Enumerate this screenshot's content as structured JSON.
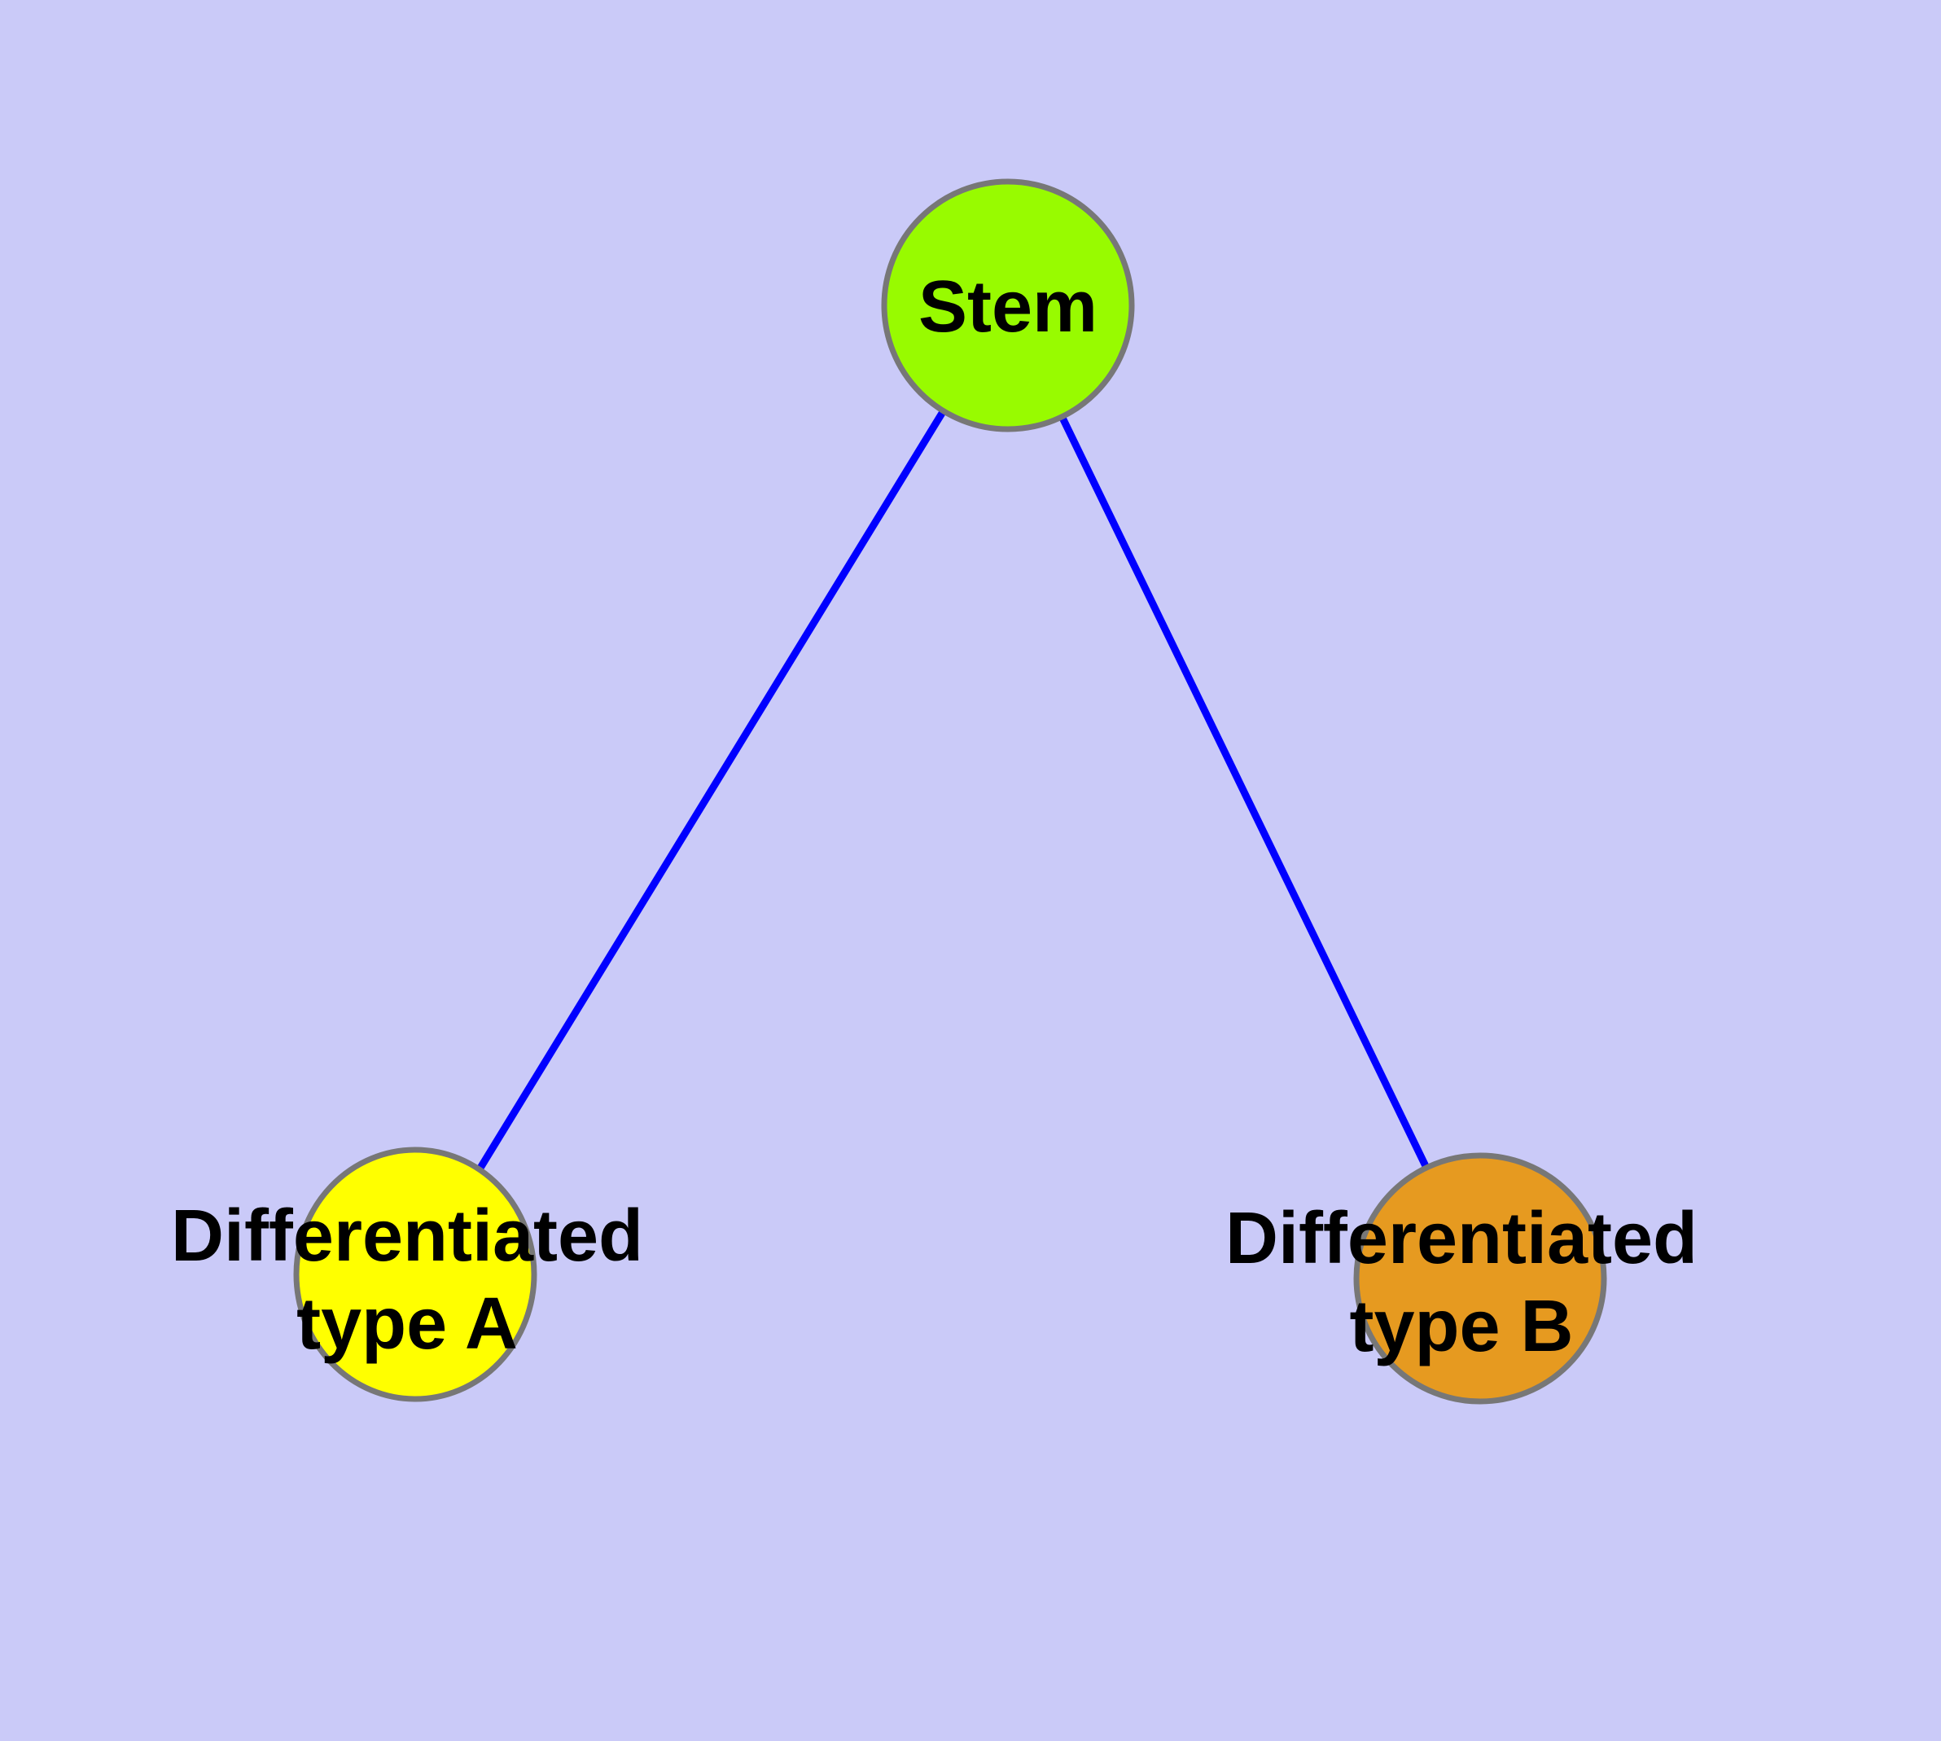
{
  "diagram": {
    "type": "graph",
    "background_color": "#CACAF8",
    "edge_color": "#0000FF",
    "node_border_color": "#777777",
    "label_color": "#000000",
    "nodes": {
      "stem": {
        "label": "Stem",
        "fill_color": "#98FB00"
      },
      "type_a": {
        "label_line1": "Differentiated",
        "label_line2": "type A",
        "label_full": "Differentiated type A",
        "fill_color": "#FFFF00"
      },
      "type_b": {
        "label_line1": "Differentiated",
        "label_line2": "type B",
        "label_full": "Differentiated type B",
        "fill_color": "#E69A20"
      }
    },
    "edges": [
      {
        "from": "Stem",
        "to": "Differentiated type A"
      },
      {
        "from": "Stem",
        "to": "Differentiated type B"
      }
    ]
  }
}
